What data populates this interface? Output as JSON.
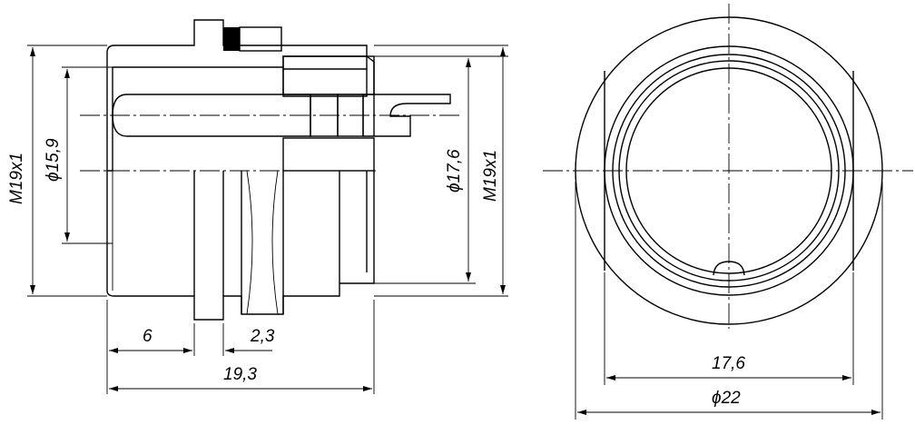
{
  "dimensions": {
    "m19x1_left": "M19x1",
    "d15_9": "ϕ15,9",
    "d17_6_vertical": "ϕ17,6",
    "m19x1_right": "M19x1",
    "len_6": "6",
    "len_2_3": "2,3",
    "len_19_3": "19,3",
    "front_17_6": "17,6",
    "front_d22": "ϕ22"
  }
}
